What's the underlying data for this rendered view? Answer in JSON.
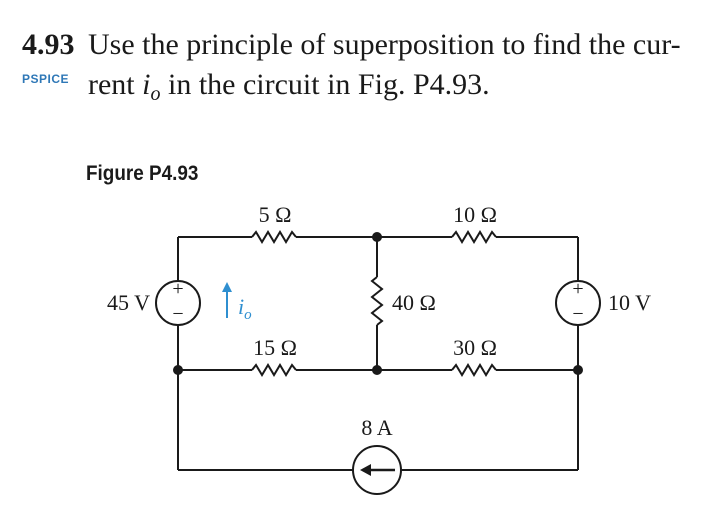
{
  "problem": {
    "number": "4.93",
    "tag": "PSPICE",
    "line1": "Use the principle of superposition to find the cur-",
    "line2_prefix": "rent ",
    "line2_var": "i",
    "line2_sub": "o",
    "line2_suffix": " in the circuit in Fig. P4.93."
  },
  "figure": {
    "caption": "Figure P4.93",
    "labels": {
      "r_5": "5 Ω",
      "r_10": "10 Ω",
      "r_40": "40 Ω",
      "r_15": "15 Ω",
      "r_30": "30 Ω",
      "v_45": "45 V",
      "v_10": "10 V",
      "i_8": "8 A",
      "io_var": "i",
      "io_sub": "o",
      "plus": "+",
      "minus": "−"
    },
    "colors": {
      "ink": "#1a1a1a",
      "accent": "#2f8fd0",
      "pspice": "#2f78b7"
    }
  }
}
